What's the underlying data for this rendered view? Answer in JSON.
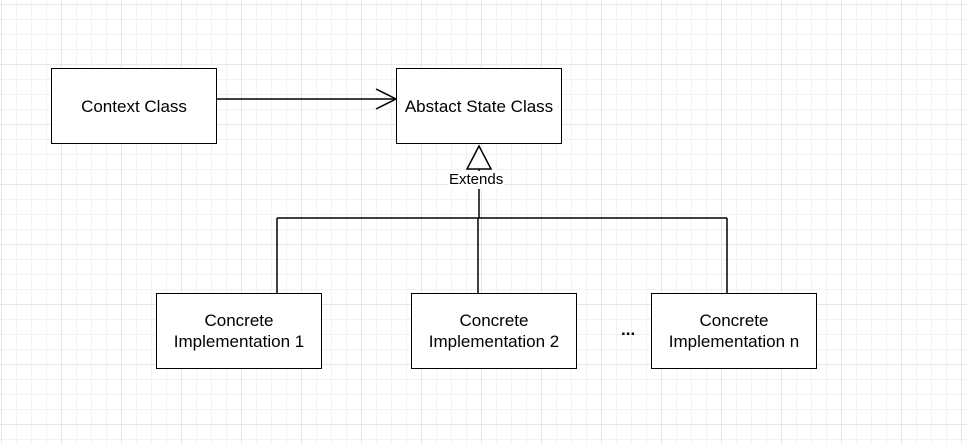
{
  "diagram": {
    "type": "UML class diagram (State pattern)",
    "nodes": {
      "context": {
        "label": "Context Class"
      },
      "abstract_state": {
        "label": "Abstact State Class"
      },
      "concrete_1": {
        "line1": "Concrete",
        "line2": "Implementation 1"
      },
      "concrete_2": {
        "line1": "Concrete",
        "line2": "Implementation 2"
      },
      "concrete_n": {
        "line1": "Concrete",
        "line2": "Implementation n"
      }
    },
    "edges": [
      {
        "from": "context",
        "to": "abstract_state",
        "kind": "association",
        "arrow": "open"
      },
      {
        "from": "concrete_1",
        "to": "abstract_state",
        "kind": "generalization",
        "arrow": "hollow-triangle"
      },
      {
        "from": "concrete_2",
        "to": "abstract_state",
        "kind": "generalization",
        "arrow": "hollow-triangle"
      },
      {
        "from": "concrete_n",
        "to": "abstract_state",
        "kind": "generalization",
        "arrow": "hollow-triangle"
      }
    ],
    "inheritance_label": "Extends",
    "ellipsis": "..."
  },
  "colors": {
    "stroke": "#000000",
    "fill": "#ffffff",
    "grid": "#e6e6e6"
  }
}
